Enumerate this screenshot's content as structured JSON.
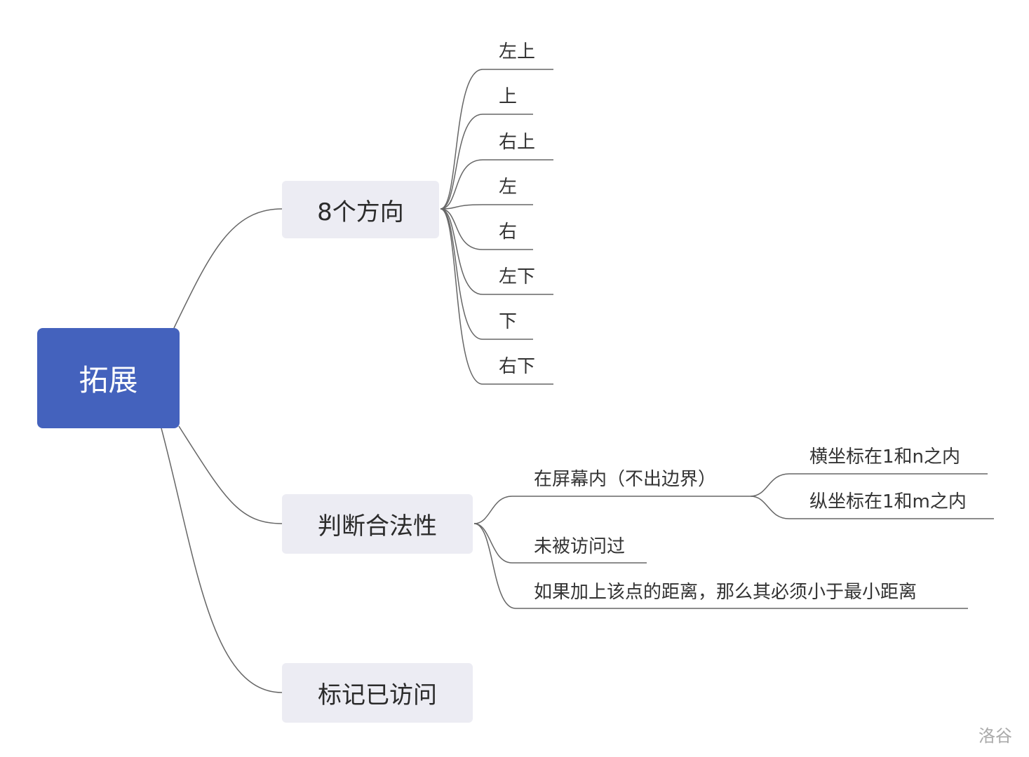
{
  "root": {
    "label": "拓展"
  },
  "branches": [
    {
      "label": "8个方向",
      "children": [
        "左上",
        "上",
        "右上",
        "左",
        "右",
        "左下",
        "下",
        "右下"
      ]
    },
    {
      "label": "判断合法性",
      "children": [
        {
          "label": "在屏幕内（不出边界）",
          "children": [
            "横坐标在1和n之内",
            "纵坐标在1和m之内"
          ]
        },
        {
          "label": "未被访问过"
        },
        {
          "label": "如果加上该点的距离，那么其必须小于最小距离"
        }
      ]
    },
    {
      "label": "标记已访问"
    }
  ],
  "watermark": "洛谷",
  "colors": {
    "root": "#4462BD",
    "branch": "#ECECF3",
    "line": "#666666"
  }
}
